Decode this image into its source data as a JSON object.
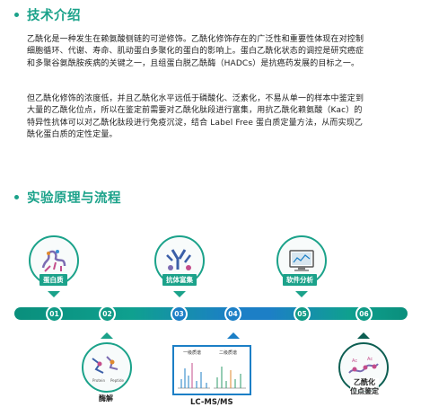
{
  "section1": {
    "title": "技术介绍"
  },
  "intro": {
    "paragraph1": "乙酰化是一种发生在赖氨酸侧链的可逆修饰。乙酰化修饰存在的广泛性和重要性体现在对控制细胞循环、代谢、寿命、肌动蛋白多聚化的蛋白的影响上。蛋白乙酰化状态的调控是研究癌症和多聚谷氨酰胺疾病的关键之一，且组蛋白脱乙酰酶（HADCs）是抗癌药发展的目标之一。",
    "paragraph2": "但乙酰化修饰的浓度低，并且乙酰化水平远低于磷酸化、泛素化，不易从单一的样本中鉴定到大量的乙酰化位点，所以在鉴定前需要对乙酰化肽段进行富集，用抗乙酰化赖氨酸（Kac）的特异性抗体可以对乙酰化肽段进行免疫沉淀，结合 Label Free 蛋白质定量方法，从而实现乙酰化蛋白质的定性定量。"
  },
  "section2": {
    "title": "实验原理与流程"
  },
  "steps": [
    {
      "number": "01",
      "label": "蛋白质"
    },
    {
      "number": "02",
      "label": "酶解"
    },
    {
      "number": "03",
      "label": "抗体富集"
    },
    {
      "number": "04",
      "label": "LC-MS/MS"
    },
    {
      "number": "05",
      "label": "软件分析"
    },
    {
      "number": "06",
      "label": "乙酰化\n位点鉴定"
    }
  ],
  "ms_panel": {
    "left_caption": "一级质谱",
    "right_caption": "二级质谱"
  },
  "colors": {
    "teal": "#1ba28a",
    "blue": "#1c7fc6",
    "dark_teal": "#0d5e52"
  }
}
